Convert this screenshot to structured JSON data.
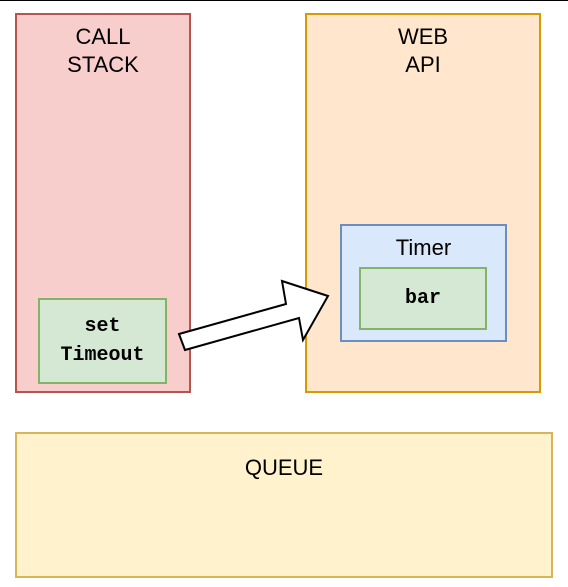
{
  "call_stack": {
    "title_line1": "CALL",
    "title_line2": "STACK",
    "fill": "#f8cecc",
    "border": "#b85450",
    "frame": {
      "line1": "set",
      "line2": "Timeout"
    }
  },
  "web_api": {
    "title_line1": "WEB",
    "title_line2": "API",
    "fill": "#ffe6cc",
    "border": "#d79b00",
    "timer": {
      "title": "Timer",
      "fill": "#dae8fc",
      "border": "#6c8ebf",
      "callback": "bar"
    }
  },
  "queue": {
    "title": "QUEUE",
    "fill": "#fff2cc",
    "border": "#d6b656"
  },
  "green_fill": "#d5e8d4",
  "green_border": "#82b366"
}
